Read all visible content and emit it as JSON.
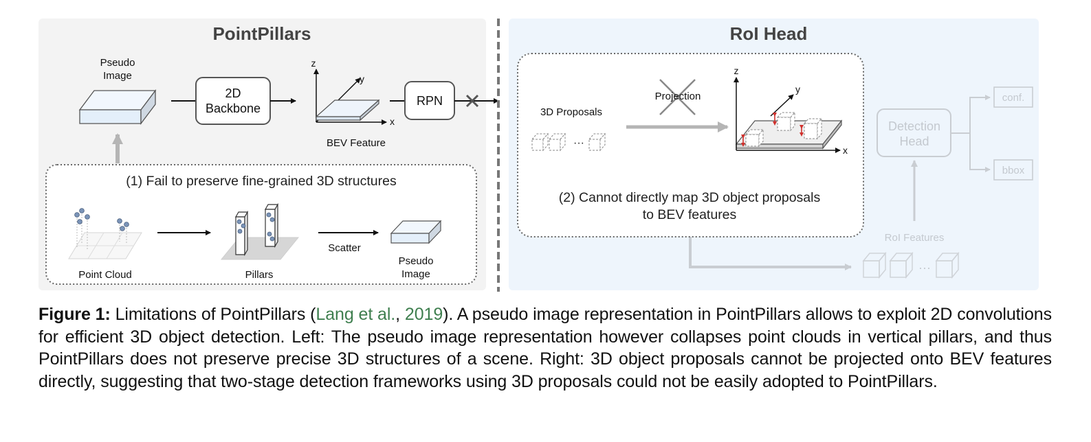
{
  "left_panel": {
    "title": "PointPillars",
    "pseudo_image_top": [
      "Pseudo",
      "Image"
    ],
    "backbone": [
      "2D",
      "Backbone"
    ],
    "axis_z": "z",
    "axis_y": "y",
    "axis_x": "x",
    "bev_feature": "BEV Feature",
    "rpn": "RPN",
    "limitation_1": "(1) Fail to preserve fine-grained 3D structures",
    "point_cloud": "Point Cloud",
    "pillars": "Pillars",
    "scatter": "Scatter",
    "pseudo_image_bottom": [
      "Pseudo",
      "Image"
    ]
  },
  "right_panel": {
    "title": "RoI Head",
    "proposals": "3D Proposals",
    "projection": "Projection",
    "axis_z": "z",
    "axis_y": "y",
    "axis_x": "x",
    "limitation_2": [
      "(2) Cannot directly map 3D object proposals",
      "to BEV features"
    ],
    "detection_head": [
      "Detection",
      "Head"
    ],
    "conf": "conf.",
    "bbox": "bbox",
    "roi_features": "RoI Features",
    "ellipsis": "···"
  },
  "caption": {
    "label": "Figure 1:",
    "part1": " Limitations of PointPillars (",
    "cite_author": "Lang et al.",
    "cite_sep": ", ",
    "cite_year": "2019",
    "part2": "). A pseudo image representation in PointPillars allows to exploit 2D convolutions for efficient 3D object detection. Left: The pseudo image representation however collapses point clouds in vertical pillars, and thus PointPillars does not preserve precise 3D structures of a scene. Right: 3D object proposals cannot be projected onto BEV features directly, suggesting that two-stage detection frameworks using 3D proposals could not be easily adopted to PointPillars."
  },
  "colors": {
    "left_bg": "#f3f3f3",
    "right_bg": "#eef5fc",
    "faded": "#cfd3d8",
    "accent_red": "#d0312d",
    "citation": "#3f7f4f"
  }
}
